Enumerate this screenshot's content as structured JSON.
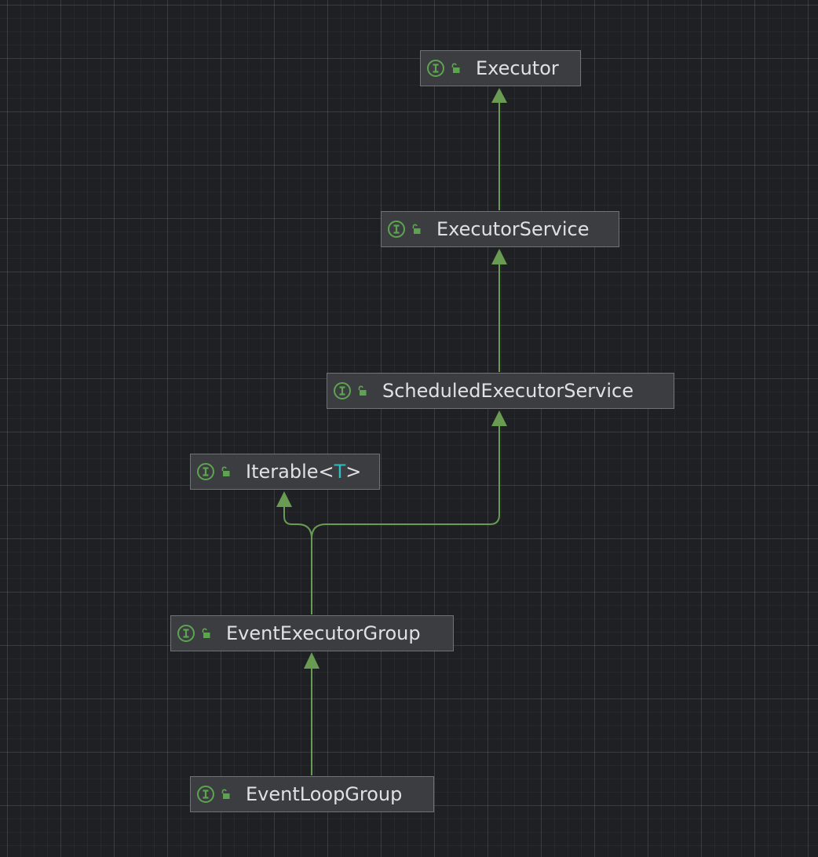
{
  "colors": {
    "edge": "#6a9b52",
    "icon_green": "#5da450",
    "type_param": "#2fbfc0",
    "node_fill": "#3b3d41",
    "node_border": "#6f7276",
    "text": "#dfe1e5"
  },
  "nodes": [
    {
      "id": "executor",
      "name": "Executor",
      "icon": "interface-icon"
    },
    {
      "id": "executorService",
      "name": "ExecutorService",
      "icon": "interface-icon"
    },
    {
      "id": "scheduledExecutorService",
      "name": "ScheduledExecutorService",
      "icon": "interface-icon"
    },
    {
      "id": "iterable",
      "name": "Iterable",
      "type_param": "T",
      "icon": "interface-icon"
    },
    {
      "id": "eventExecutorGroup",
      "name": "EventExecutorGroup",
      "icon": "interface-icon"
    },
    {
      "id": "eventLoopGroup",
      "name": "EventLoopGroup",
      "icon": "interface-icon"
    }
  ],
  "edges": [
    {
      "from": "executorService",
      "to": "executor"
    },
    {
      "from": "scheduledExecutorService",
      "to": "executorService"
    },
    {
      "from": "eventExecutorGroup",
      "to": "scheduledExecutorService"
    },
    {
      "from": "eventExecutorGroup",
      "to": "iterable"
    },
    {
      "from": "eventLoopGroup",
      "to": "eventExecutorGroup"
    }
  ]
}
